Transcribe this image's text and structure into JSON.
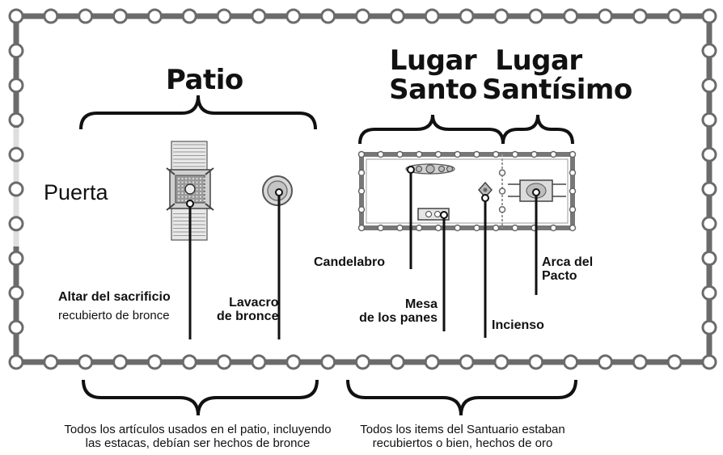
{
  "headings": {
    "patio": "Patio",
    "lugar_santo": [
      "Lugar",
      "Santo"
    ],
    "lugar_santisimo": [
      "Lugar",
      "Santísimo"
    ]
  },
  "puerta": "Puerta",
  "labels": {
    "altar": [
      "Altar del sacrificio",
      "recubierto de bronce"
    ],
    "lavacro": [
      "Lavacro",
      "de bronce"
    ],
    "candelabro": "Candelabro",
    "mesa": [
      "Mesa",
      "de los panes"
    ],
    "incienso": "Incienso",
    "arca": [
      "Arca del",
      "Pacto"
    ]
  },
  "captions": {
    "patio_note": [
      "Todos los artículos usados en el patio, incluyendo",
      "las estacas, debían ser hechos de bronce"
    ],
    "santuario_note": [
      "Todos los items del Santuario estaban",
      "recubiertos o bien, hechos de oro"
    ]
  },
  "colors": {
    "fence": "#6b6b6b",
    "post": "#ffffff",
    "ink": "#111111",
    "gold": "#b8b8b8"
  }
}
